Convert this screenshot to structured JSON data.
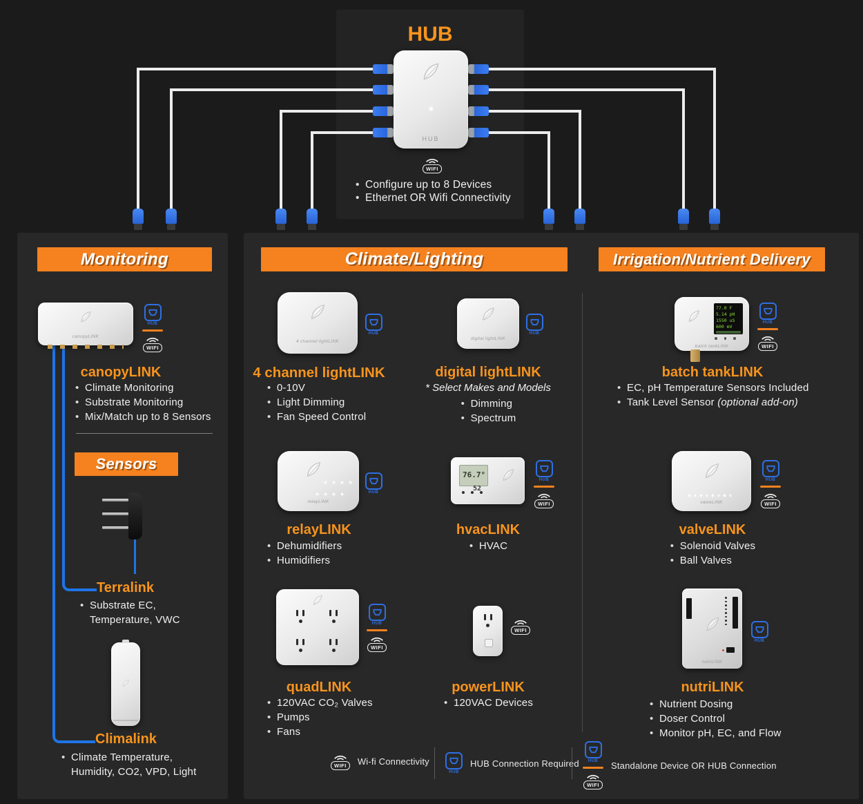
{
  "hub_panel": {
    "title": "HUB",
    "device_label": "HUB",
    "bullets": [
      "Configure up to 8 Devices",
      "Ethernet OR Wifi Connectivity"
    ]
  },
  "badges": {
    "hub": "HUB",
    "wifi": "WIFI"
  },
  "monitoring": {
    "header": "Monitoring",
    "canopy": {
      "name": "canopyLINK",
      "bullets": [
        "Climate Monitoring",
        "Substrate Monitoring",
        "Mix/Match up to 8 Sensors"
      ]
    },
    "sensors_header": "Sensors",
    "terralink": {
      "name": "Terralink",
      "line1": "Substrate EC,",
      "line2": "Temperature, VWC"
    },
    "climalink": {
      "name": "Climalink",
      "line1": "Climate Temperature,",
      "line2": "Humidity, CO2, VPD, Light"
    }
  },
  "climate": {
    "header": "Climate/Lighting",
    "four_channel": {
      "name": "4 channel lightLINK",
      "bullets": [
        "0-10V",
        "Light Dimming",
        "Fan Speed Control"
      ]
    },
    "digital": {
      "name": "digital lightLINK",
      "note": "* Select Makes and Models",
      "bullets": [
        "Dimming",
        "Spectrum"
      ]
    },
    "relay": {
      "name": "relayLINK",
      "bullets": [
        "Dehumidifiers",
        "Humidifiers"
      ]
    },
    "hvac": {
      "name": "hvacLINK",
      "lcd_temp": "76.7°",
      "lcd_humidity": "52",
      "bullets": [
        "HVAC"
      ]
    },
    "quad": {
      "name": "quadLINK",
      "bullets": [
        "120VAC CO₂ Valves",
        "Pumps",
        "Fans"
      ]
    },
    "power": {
      "name": "powerLINK",
      "bullets": [
        "120VAC Devices"
      ]
    }
  },
  "irrigation": {
    "header": "Irrigation/Nutrient Delivery",
    "batchtank": {
      "name": "batch tankLINK",
      "lcd": [
        "77.0 F",
        "5.14 pH",
        "1550 uS",
        "600 mV"
      ],
      "bullet1": "EC, pH Temperature Sensors Included",
      "bullet2": "Tank Level Sensor ",
      "bullet2_italic": "(optional add-on)"
    },
    "valve": {
      "name": "valveLINK",
      "bullets": [
        "Solenoid Valves",
        "Ball Valves"
      ]
    },
    "nutri": {
      "name": "nutriLINK",
      "bullets": [
        "Nutrient Dosing",
        "Doser Control",
        "Monitor pH, EC, and Flow"
      ]
    }
  },
  "legend": {
    "wifi_label": "Wi-fi Connectivity",
    "hub_label": "HUB Connection Required",
    "standalone_label": "Standalone Device OR HUB Connection"
  }
}
